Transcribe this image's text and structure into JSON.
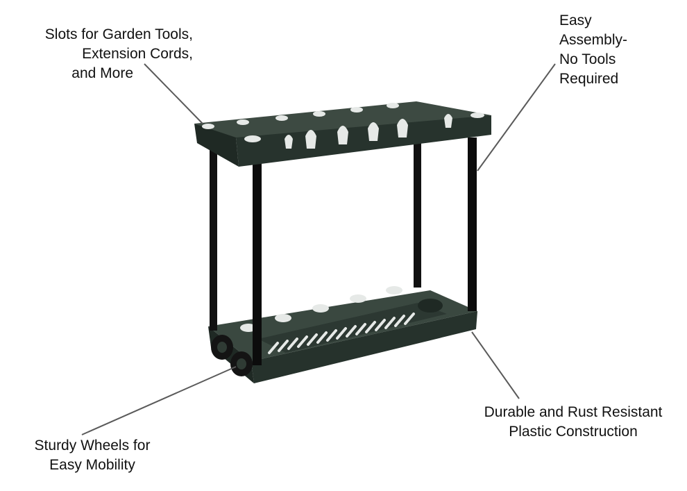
{
  "colors": {
    "plastic": "#2f3b34",
    "plastic_dark": "#1f2924",
    "plastic_light": "#46544b",
    "rod": "#111111",
    "leader_line": "#5a5a5a",
    "text": "#111111"
  },
  "callouts": {
    "slots": {
      "lines": [
        "Slots for Garden Tools,",
        "Extension Cords,",
        "and More"
      ]
    },
    "assembly": {
      "lines": [
        "Easy",
        "Assembly-",
        "No Tools",
        "Required"
      ]
    },
    "wheels": {
      "lines": [
        "Sturdy Wheels for",
        "Easy Mobility"
      ]
    },
    "durable": {
      "lines": [
        "Durable and Rust Resistant",
        "Plastic Construction"
      ]
    }
  },
  "product": {
    "image": "garden-tool-rack-render"
  }
}
